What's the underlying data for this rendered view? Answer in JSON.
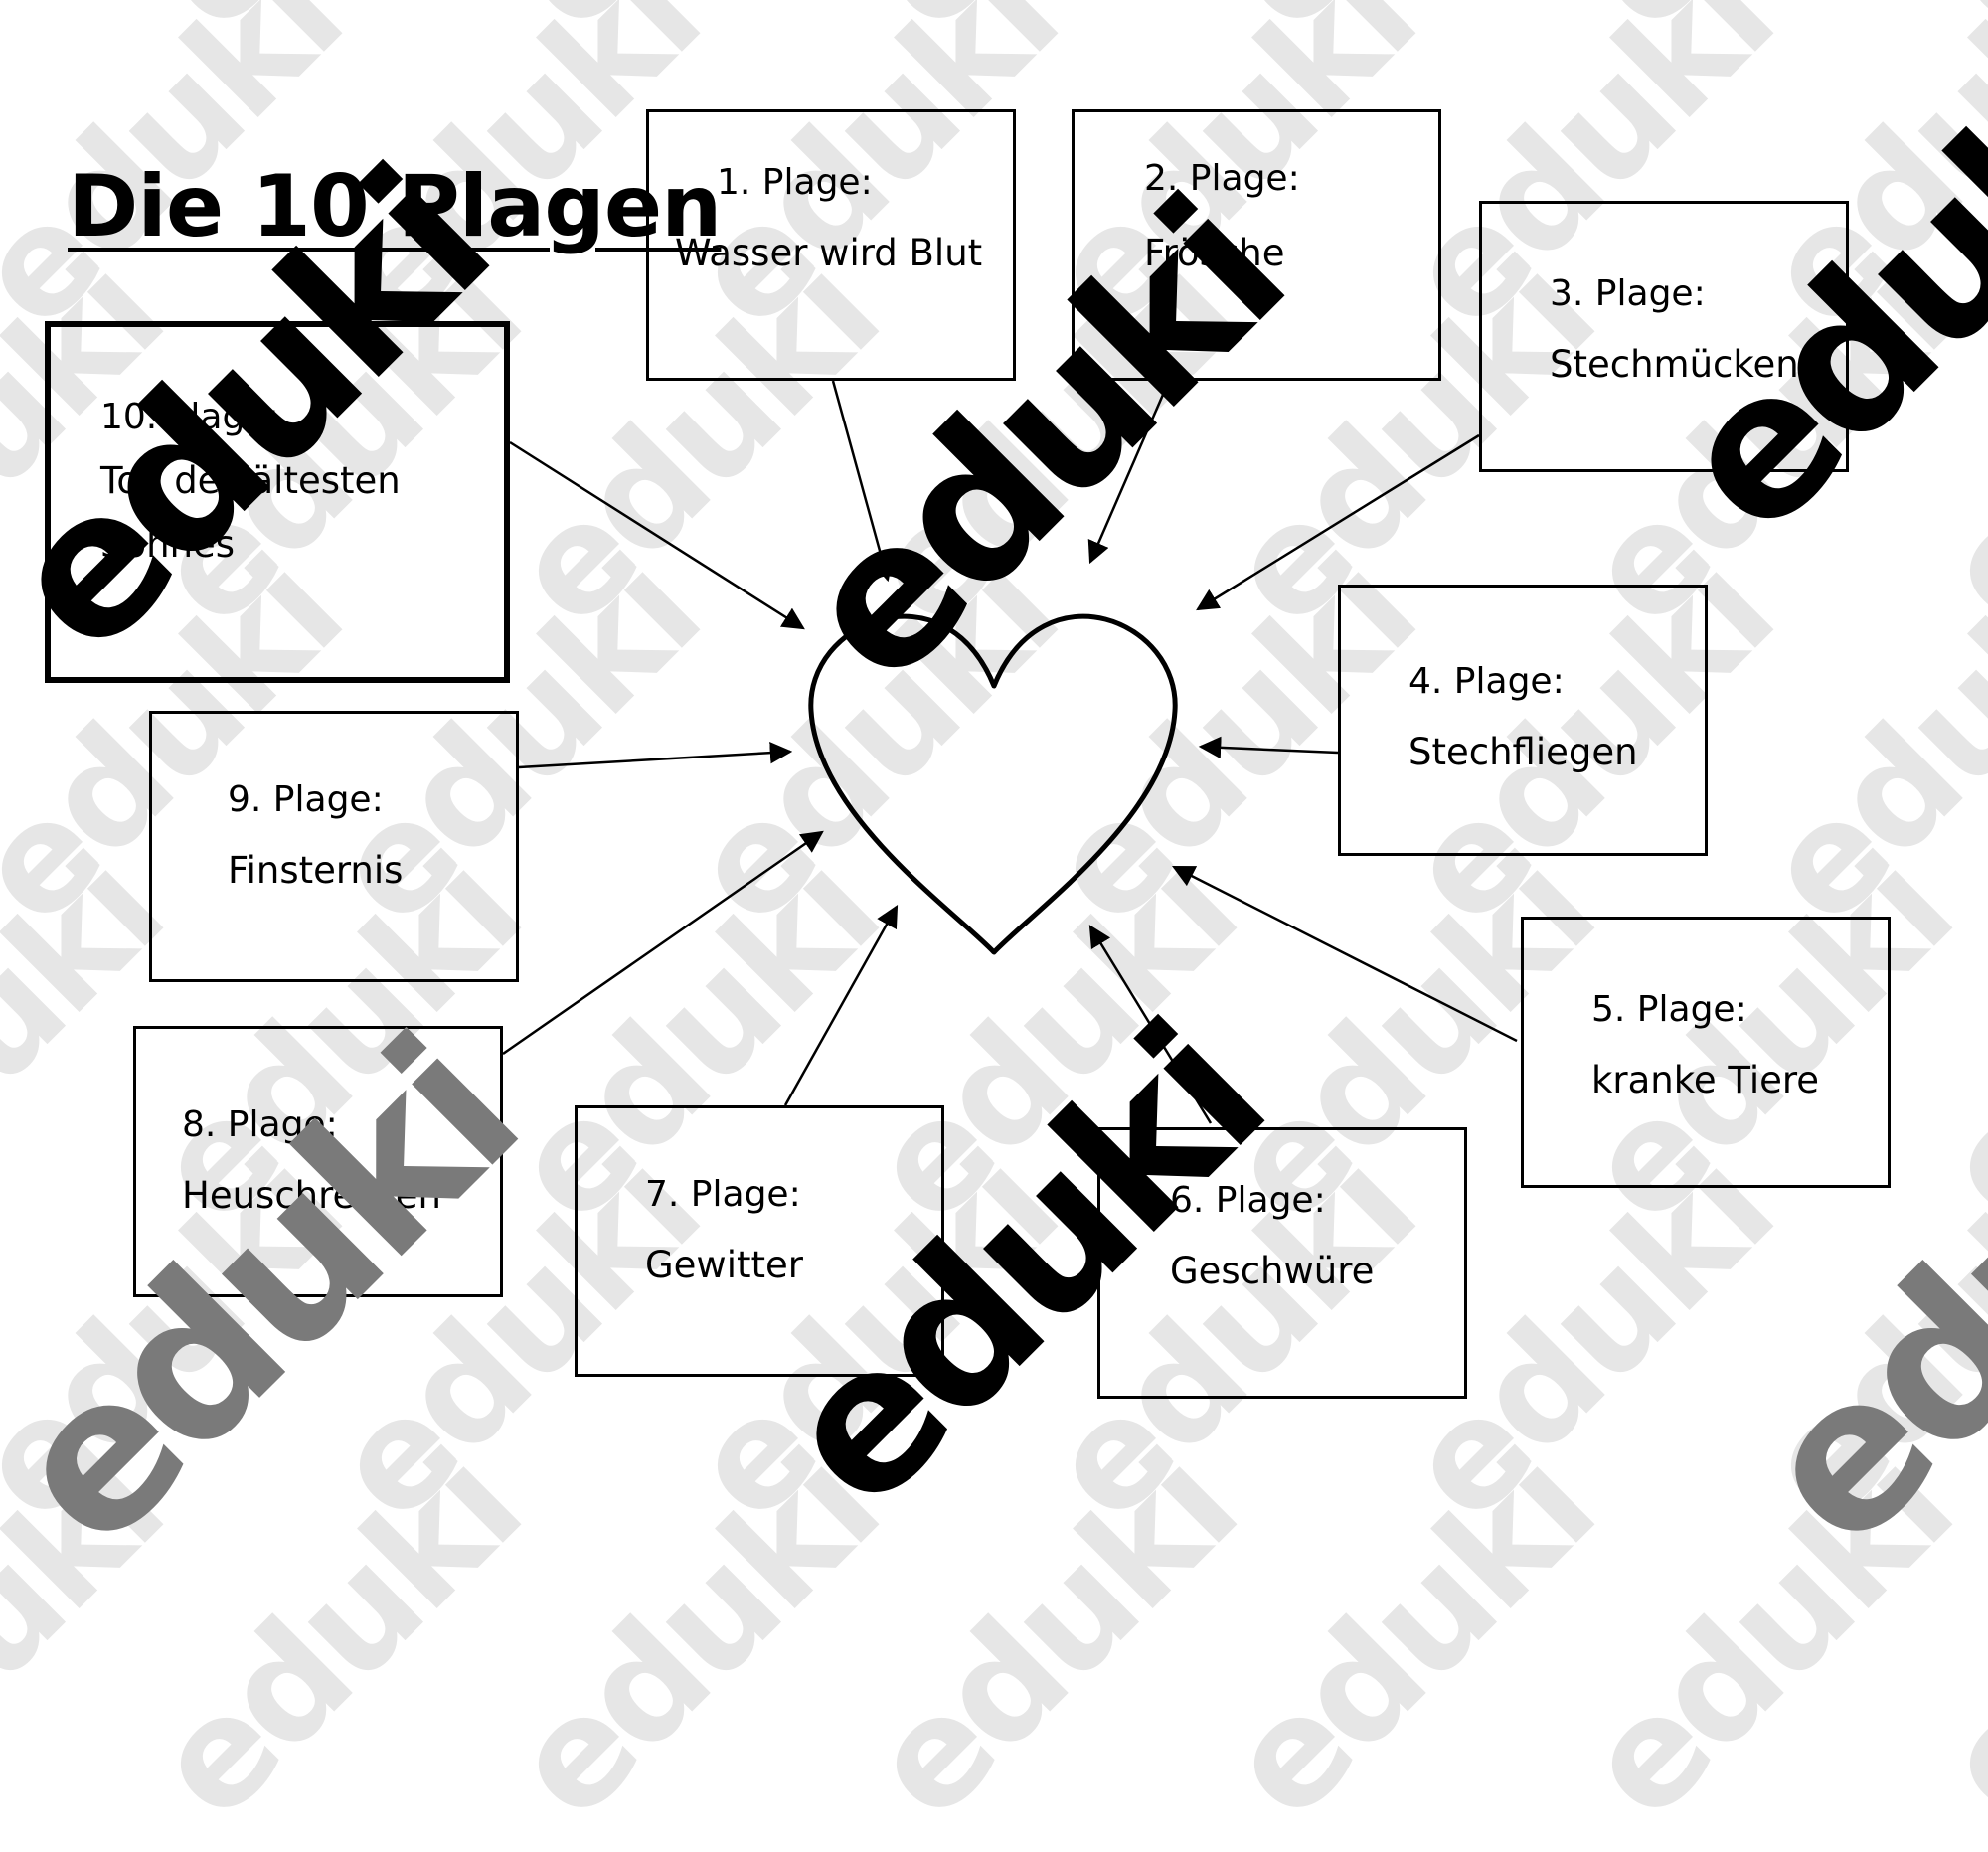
{
  "title": "Die 10 Plagen",
  "center_icon": "heart-outline",
  "watermark_text": "eduki",
  "plagues": [
    {
      "number_label": "1. Plage:",
      "name": "Wasser wird Blut"
    },
    {
      "number_label": "2. Plage:",
      "name": "Frösche"
    },
    {
      "number_label": "3. Plage:",
      "name": "Stechmücken"
    },
    {
      "number_label": "4. Plage:",
      "name": "Stechfliegen"
    },
    {
      "number_label": "5. Plage:",
      "name": "kranke Tiere"
    },
    {
      "number_label": "6. Plage:",
      "name": "Geschwüre"
    },
    {
      "number_label": "7. Plage:",
      "name": "Gewitter"
    },
    {
      "number_label": "8. Plage:",
      "name": "Heuschrecken"
    },
    {
      "number_label": "9. Plage:",
      "name": "Finsternis"
    },
    {
      "number_label": "10. Plage:",
      "name": "Tod des ältesten Sohnes"
    }
  ]
}
